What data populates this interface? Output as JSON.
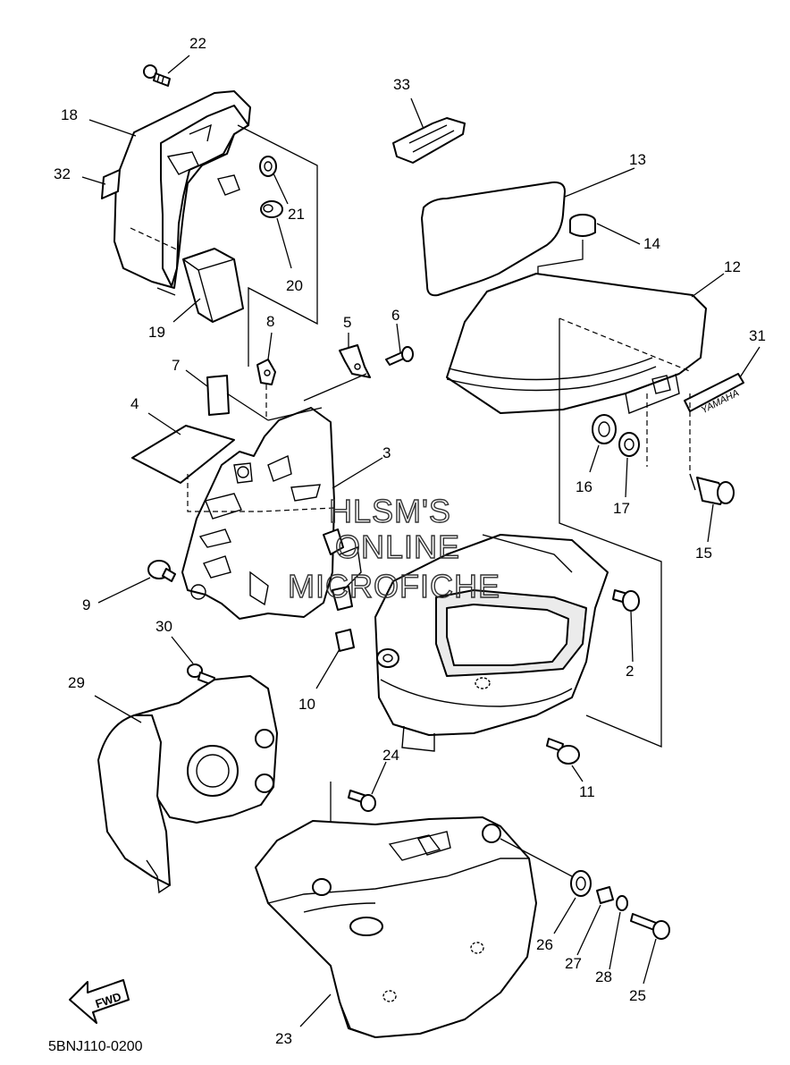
{
  "diagram_code": "5BNJ110-0200",
  "watermark": {
    "line1": "HLSM'S",
    "line2": "ONLINE",
    "line3": "MICROFICHE"
  },
  "fwd_label": "FWD",
  "emblem_text": "YAMAHA",
  "callouts": [
    "22",
    "18",
    "32",
    "21",
    "20",
    "19",
    "33",
    "13",
    "14",
    "12",
    "31",
    "8",
    "5",
    "6",
    "7",
    "4",
    "3",
    "16",
    "17",
    "15",
    "9",
    "30",
    "29",
    "10",
    "2",
    "11",
    "24",
    "26",
    "27",
    "28",
    "25",
    "23"
  ]
}
